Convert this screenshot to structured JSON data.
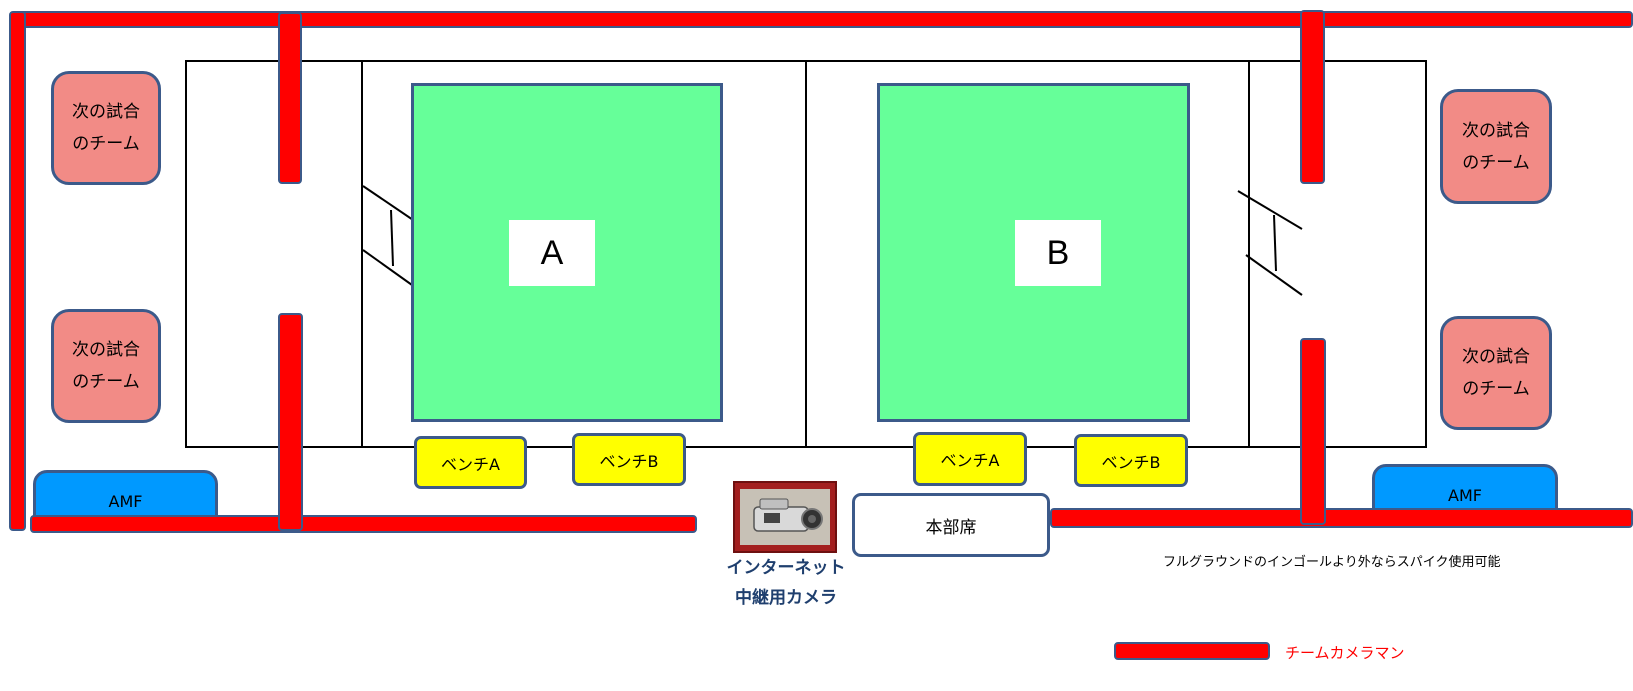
{
  "courts": [
    {
      "label": "A"
    },
    {
      "label": "B"
    }
  ],
  "teams": {
    "left_top": "次の試合\nのチーム",
    "left_bottom": "次の試合\nのチーム",
    "right_top": "次の試合\nのチーム",
    "right_bottom": "次の試合\nのチーム"
  },
  "benches": {
    "a1": "ベンチA",
    "b1": "ベンチB",
    "a2": "ベンチA",
    "b2": "ベンチB"
  },
  "amf": {
    "left": "AMF",
    "right": "AMF"
  },
  "headquarters": "本部席",
  "camera": {
    "line1": "インターネット",
    "line2": "中継用カメラ"
  },
  "note": "フルグラウンドのインゴールより外ならスパイク使用可能",
  "legend": {
    "label": "チームカメラマン"
  },
  "colors": {
    "team_camera_bar": "#ff0000",
    "court": "#66ff99",
    "bench": "#ffff00",
    "amf": "#0099ff",
    "next_team": "#f28b86",
    "border": "#3c5a8a"
  }
}
